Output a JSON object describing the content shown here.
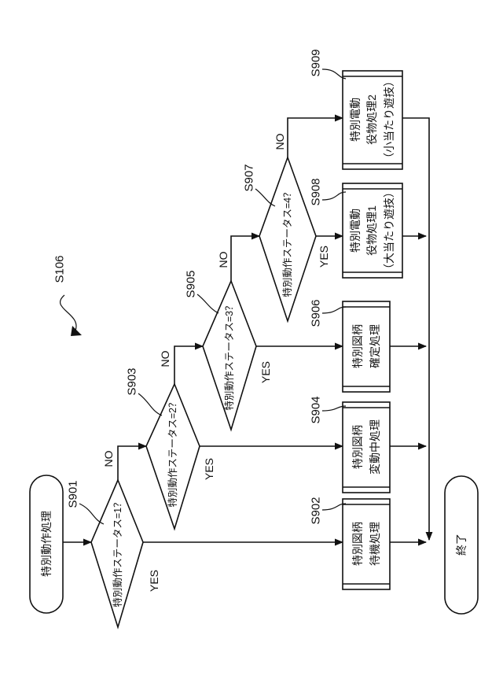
{
  "diagram_label": "S106",
  "start": {
    "label": "特別動作処理"
  },
  "end": {
    "label": "終了"
  },
  "decisions": [
    {
      "id": "S901",
      "text": "特別動作ステータス=1？",
      "yes": "YES",
      "no": "NO"
    },
    {
      "id": "S903",
      "text": "特別動作ステータス=2？",
      "yes": "YES",
      "no": "NO"
    },
    {
      "id": "S905",
      "text": "特別動作ステータス=3？",
      "yes": "YES",
      "no": "NO"
    },
    {
      "id": "S907",
      "text": "特別動作ステータス=4？",
      "yes": "YES",
      "no": "NO"
    }
  ],
  "processes": [
    {
      "id": "S902",
      "lines": [
        "特別図柄",
        "待機処理"
      ]
    },
    {
      "id": "S904",
      "lines": [
        "特別図柄",
        "変動中処理"
      ]
    },
    {
      "id": "S906",
      "lines": [
        "特別図柄",
        "確定処理"
      ]
    },
    {
      "id": "S908",
      "lines": [
        "特別電動",
        "役物処理1",
        "（大当たり遊技）"
      ]
    },
    {
      "id": "S909",
      "lines": [
        "特別電動",
        "役物処理2",
        "（小当たり遊技）"
      ]
    }
  ]
}
